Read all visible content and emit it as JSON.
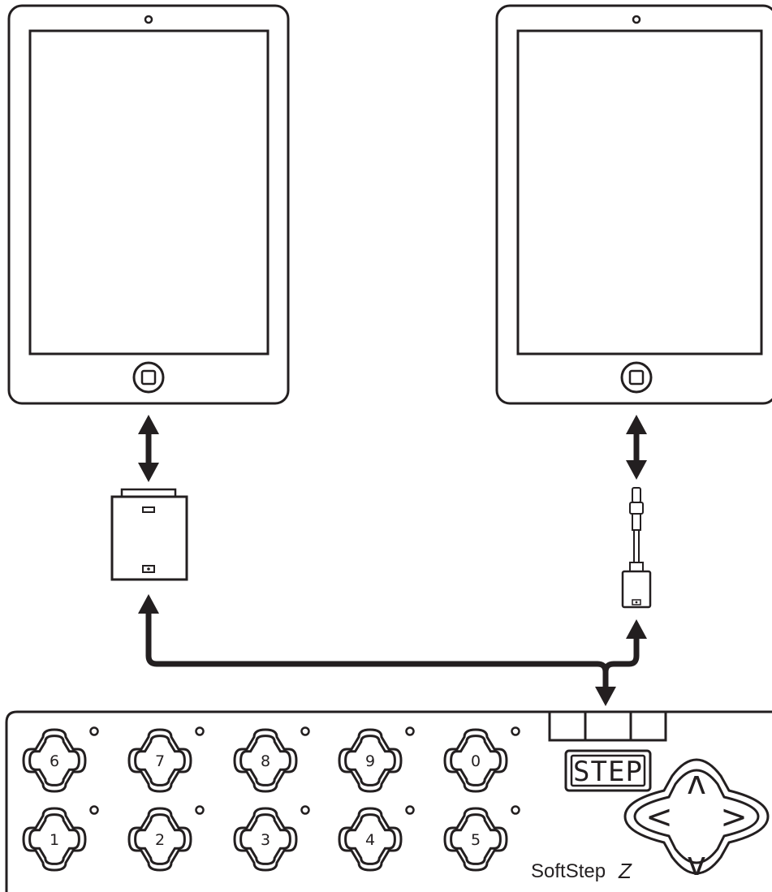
{
  "softstep": {
    "top_row_labels": [
      "6",
      "7",
      "8",
      "9",
      "0"
    ],
    "bottom_row_labels": [
      "1",
      "2",
      "3",
      "4",
      "5"
    ],
    "display_text": "STEP",
    "nav_up": "ʌ",
    "nav_down": "v",
    "nav_left": "<",
    "nav_right": ">",
    "brand_name": "SoftStep",
    "brand_mark": "Z"
  },
  "icons": {
    "left_tablet": "tablet-icon",
    "right_tablet": "tablet-icon",
    "dock_adapter": "30-pin-camera-adapter-icon",
    "lightning_adapter": "lightning-camera-adapter-icon"
  }
}
